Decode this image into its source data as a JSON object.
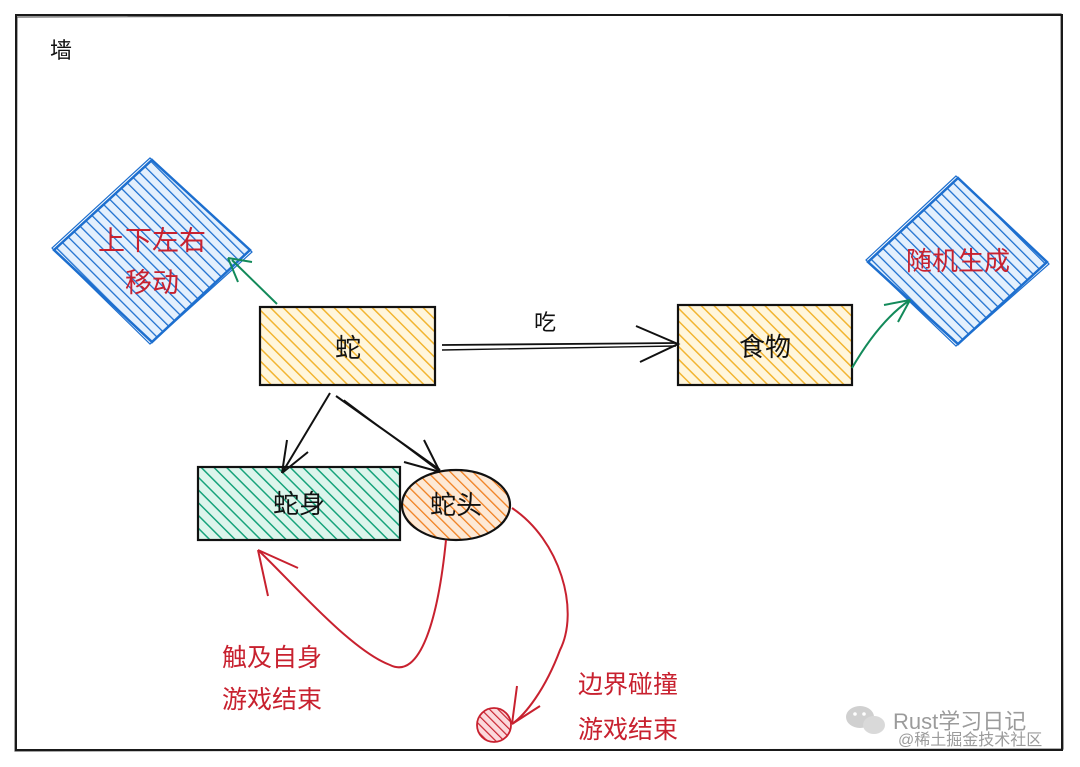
{
  "wall": {
    "label": "墙"
  },
  "nodes": {
    "snake": {
      "label": "蛇"
    },
    "food": {
      "label": "食物"
    },
    "move": {
      "line1": "上下左右",
      "line2": "移动"
    },
    "random": {
      "label": "随机生成"
    },
    "body": {
      "label": "蛇身"
    },
    "head": {
      "label": "蛇头"
    }
  },
  "edges": {
    "eat": {
      "label": "吃"
    },
    "self_hit": {
      "line1": "触及自身",
      "line2": "游戏结束"
    },
    "border_hit": {
      "line1": "边界碰撞",
      "line2": "游戏结束"
    }
  },
  "watermark": {
    "brand": "Rust学习日记",
    "community": "@稀土掘金技术社区"
  },
  "colors": {
    "wall": "#1a1a1a",
    "snake_fill": "#f2b531",
    "food_fill": "#f2b531",
    "diamond_fill": "#1d6fcf",
    "body_fill": "#17a37b",
    "head_fill": "#f07f1f",
    "red": "#c8212f",
    "green_arrow": "#138a5a",
    "ink": "#111111"
  }
}
